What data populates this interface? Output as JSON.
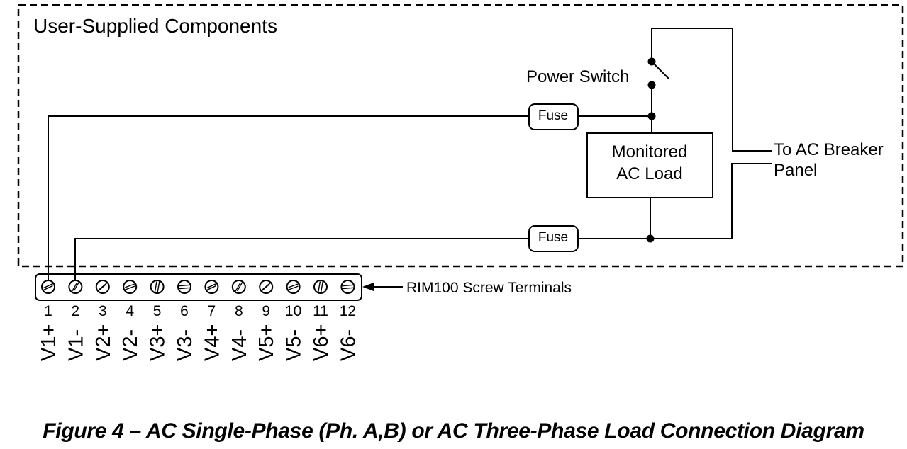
{
  "region": {
    "label": "User-Supplied Components"
  },
  "components": {
    "power_switch": "Power Switch",
    "fuse_top": "Fuse",
    "fuse_bottom": "Fuse",
    "load_line1": "Monitored",
    "load_line2": "AC Load",
    "breaker_line1": "To AC Breaker",
    "breaker_line2": "Panel"
  },
  "terminal_block": {
    "label": "RIM100 Screw Terminals",
    "terminals": [
      {
        "number": "1",
        "name": "V1+",
        "wired": true
      },
      {
        "number": "2",
        "name": "V1-",
        "wired": true
      },
      {
        "number": "3",
        "name": "V2+",
        "wired": false
      },
      {
        "number": "4",
        "name": "V2-",
        "wired": false
      },
      {
        "number": "5",
        "name": "V3+",
        "wired": false
      },
      {
        "number": "6",
        "name": "V3-",
        "wired": false
      },
      {
        "number": "7",
        "name": "V4+",
        "wired": false
      },
      {
        "number": "8",
        "name": "V4-",
        "wired": false
      },
      {
        "number": "9",
        "name": "V5+",
        "wired": false
      },
      {
        "number": "10",
        "name": "V5-",
        "wired": false
      },
      {
        "number": "11",
        "name": "V6+",
        "wired": false
      },
      {
        "number": "12",
        "name": "V6-",
        "wired": false
      }
    ]
  },
  "caption": "Figure 4 – AC Single-Phase (Ph. A,B) or AC Three-Phase Load Connection Diagram"
}
